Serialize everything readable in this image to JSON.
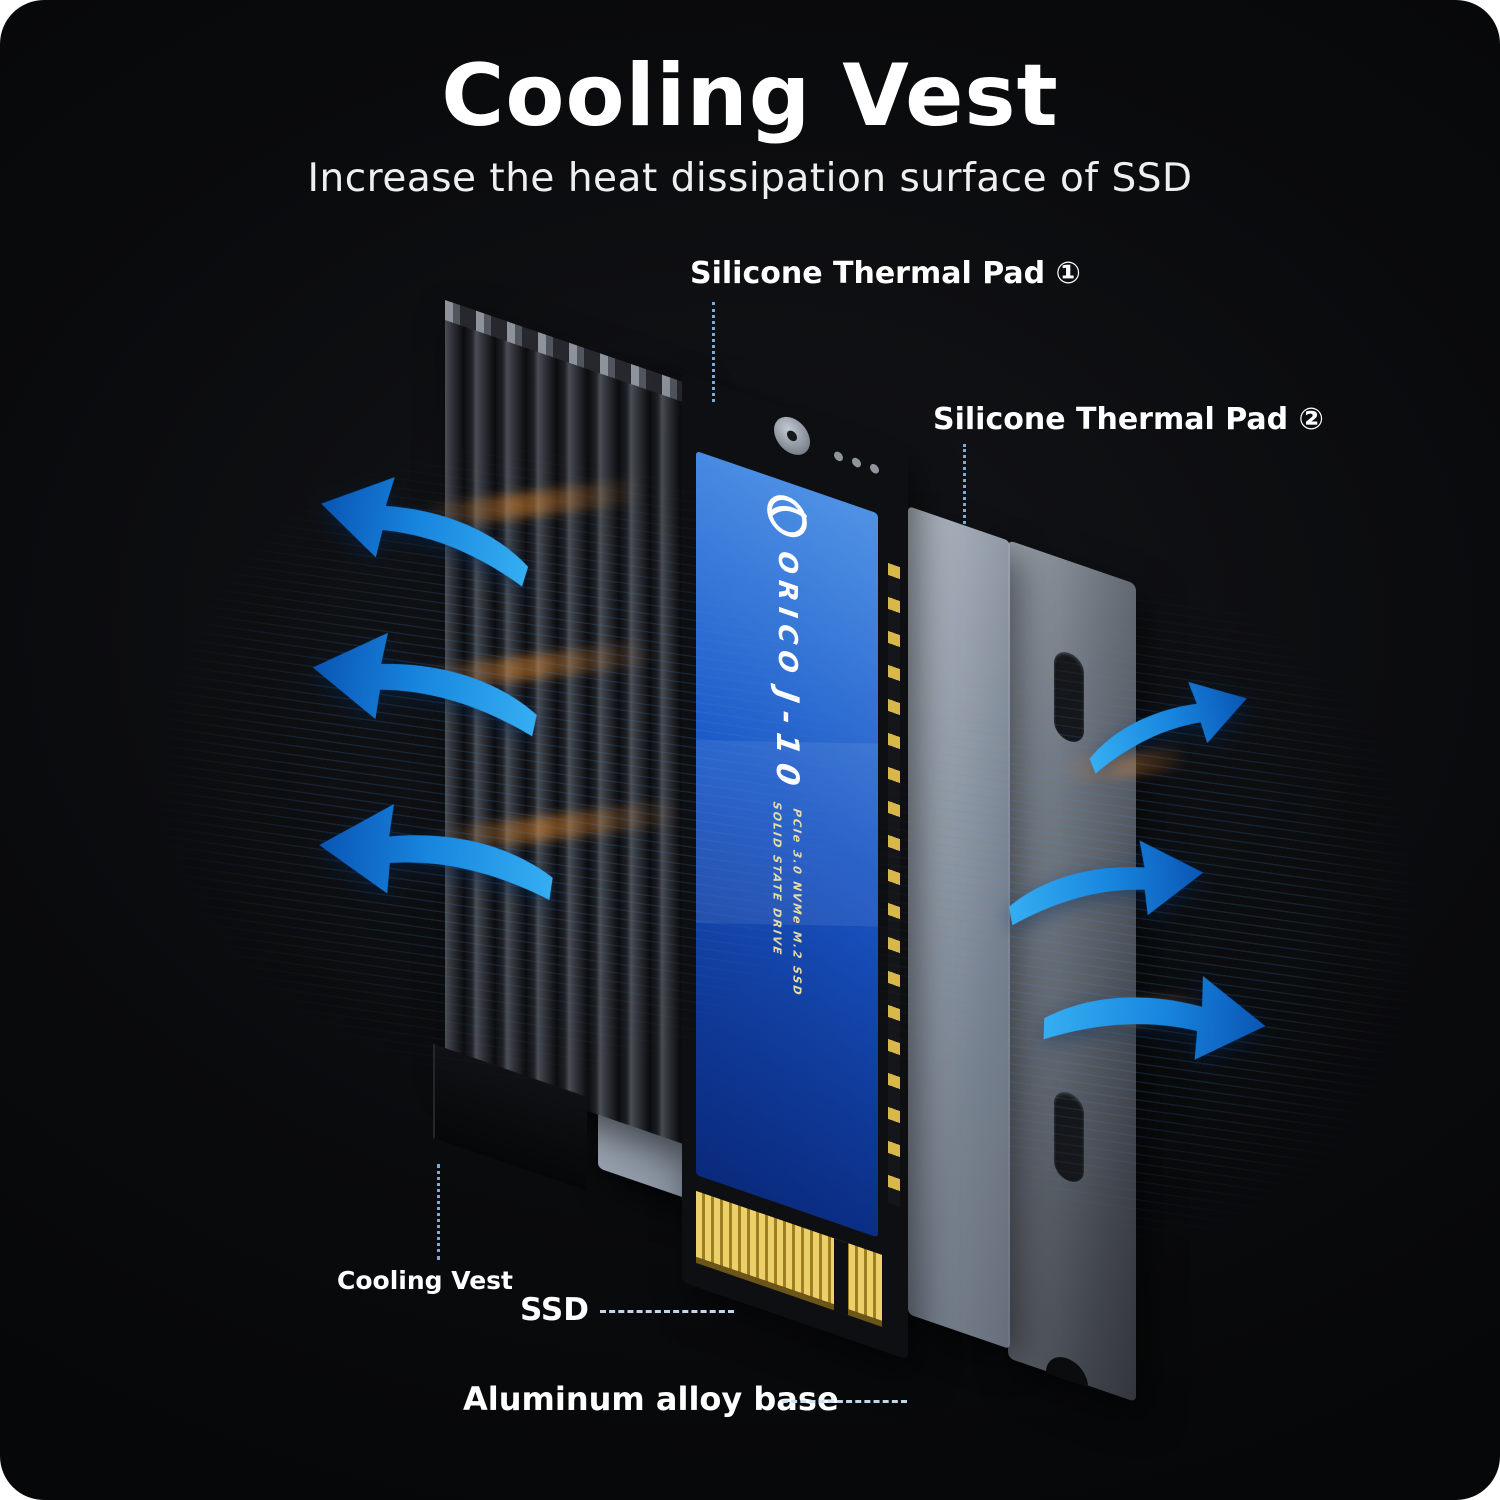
{
  "header": {
    "title": "Cooling Vest",
    "subtitle": "Increase the heat dissipation surface of SSD"
  },
  "callouts": {
    "pad1": {
      "label": "Silicone Thermal Pad ①"
    },
    "pad2": {
      "label": "Silicone Thermal Pad ②"
    },
    "cooling_vest": {
      "label": "Cooling Vest"
    },
    "ssd": {
      "label": "SSD"
    },
    "base": {
      "label": "Aluminum alloy base"
    }
  },
  "ssd_sticker": {
    "brand": "ORICO",
    "model": "J-10",
    "spec_line1": "SOLID STATE DRIVE",
    "spec_line2": "PCIe 3.0 NVMe M.2 SSD"
  },
  "colors": {
    "background": "#0a0b0d",
    "arrow_blue": "#1d86e6",
    "sticker_blue": "#1a55c4",
    "connector_gold": "#e3c14a",
    "pad_silver": "#b7c1cd",
    "base_gray": "#868d96",
    "text_white": "#ffffff"
  },
  "icons": {
    "orico_logo": "ring-with-swoosh",
    "airflow_arrow_left": "curved-arrow-pointing-left",
    "airflow_arrow_right": "curved-arrow-pointing-right"
  }
}
